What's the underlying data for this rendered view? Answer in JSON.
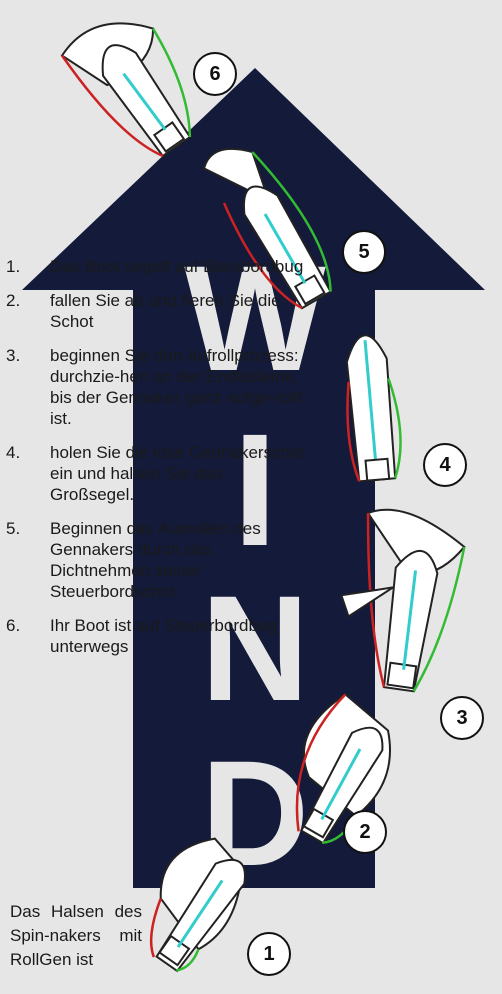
{
  "arrow_word": "WIND",
  "steps": [
    {
      "n": "1.",
      "text": "Das Boot segelt auf Backbordbug"
    },
    {
      "n": "2.",
      "text": "fallen Sie ab und fieren Sie die Schot"
    },
    {
      "n": "3.",
      "text": "beginnen Sie den Aufrollprozess: durchzie-hen an der Endlosleine, bis der Gennaker ganz aufge-rollt ist."
    },
    {
      "n": "4.",
      "text": "holen Sie die lose Gennakerschot ein und halsen Sie das Großsegel."
    },
    {
      "n": "5.",
      "text": "Beginnen das Ausrollen des Gennakers durch das Dichtnehmen seiner Steuerbordschot."
    },
    {
      "n": "6.",
      "text": "Ihr Boot ist auf Steuerbordbug unterwegs"
    }
  ],
  "intro_text": "Das Halsen des Spin-nakers mit RollGen ist",
  "badges": [
    "1",
    "2",
    "3",
    "4",
    "5",
    "6"
  ],
  "colors": {
    "arrow": "#131a3a",
    "port_sheet": "#cc2222",
    "starboard_sheet": "#33bb33",
    "boom": "#33cccc"
  }
}
